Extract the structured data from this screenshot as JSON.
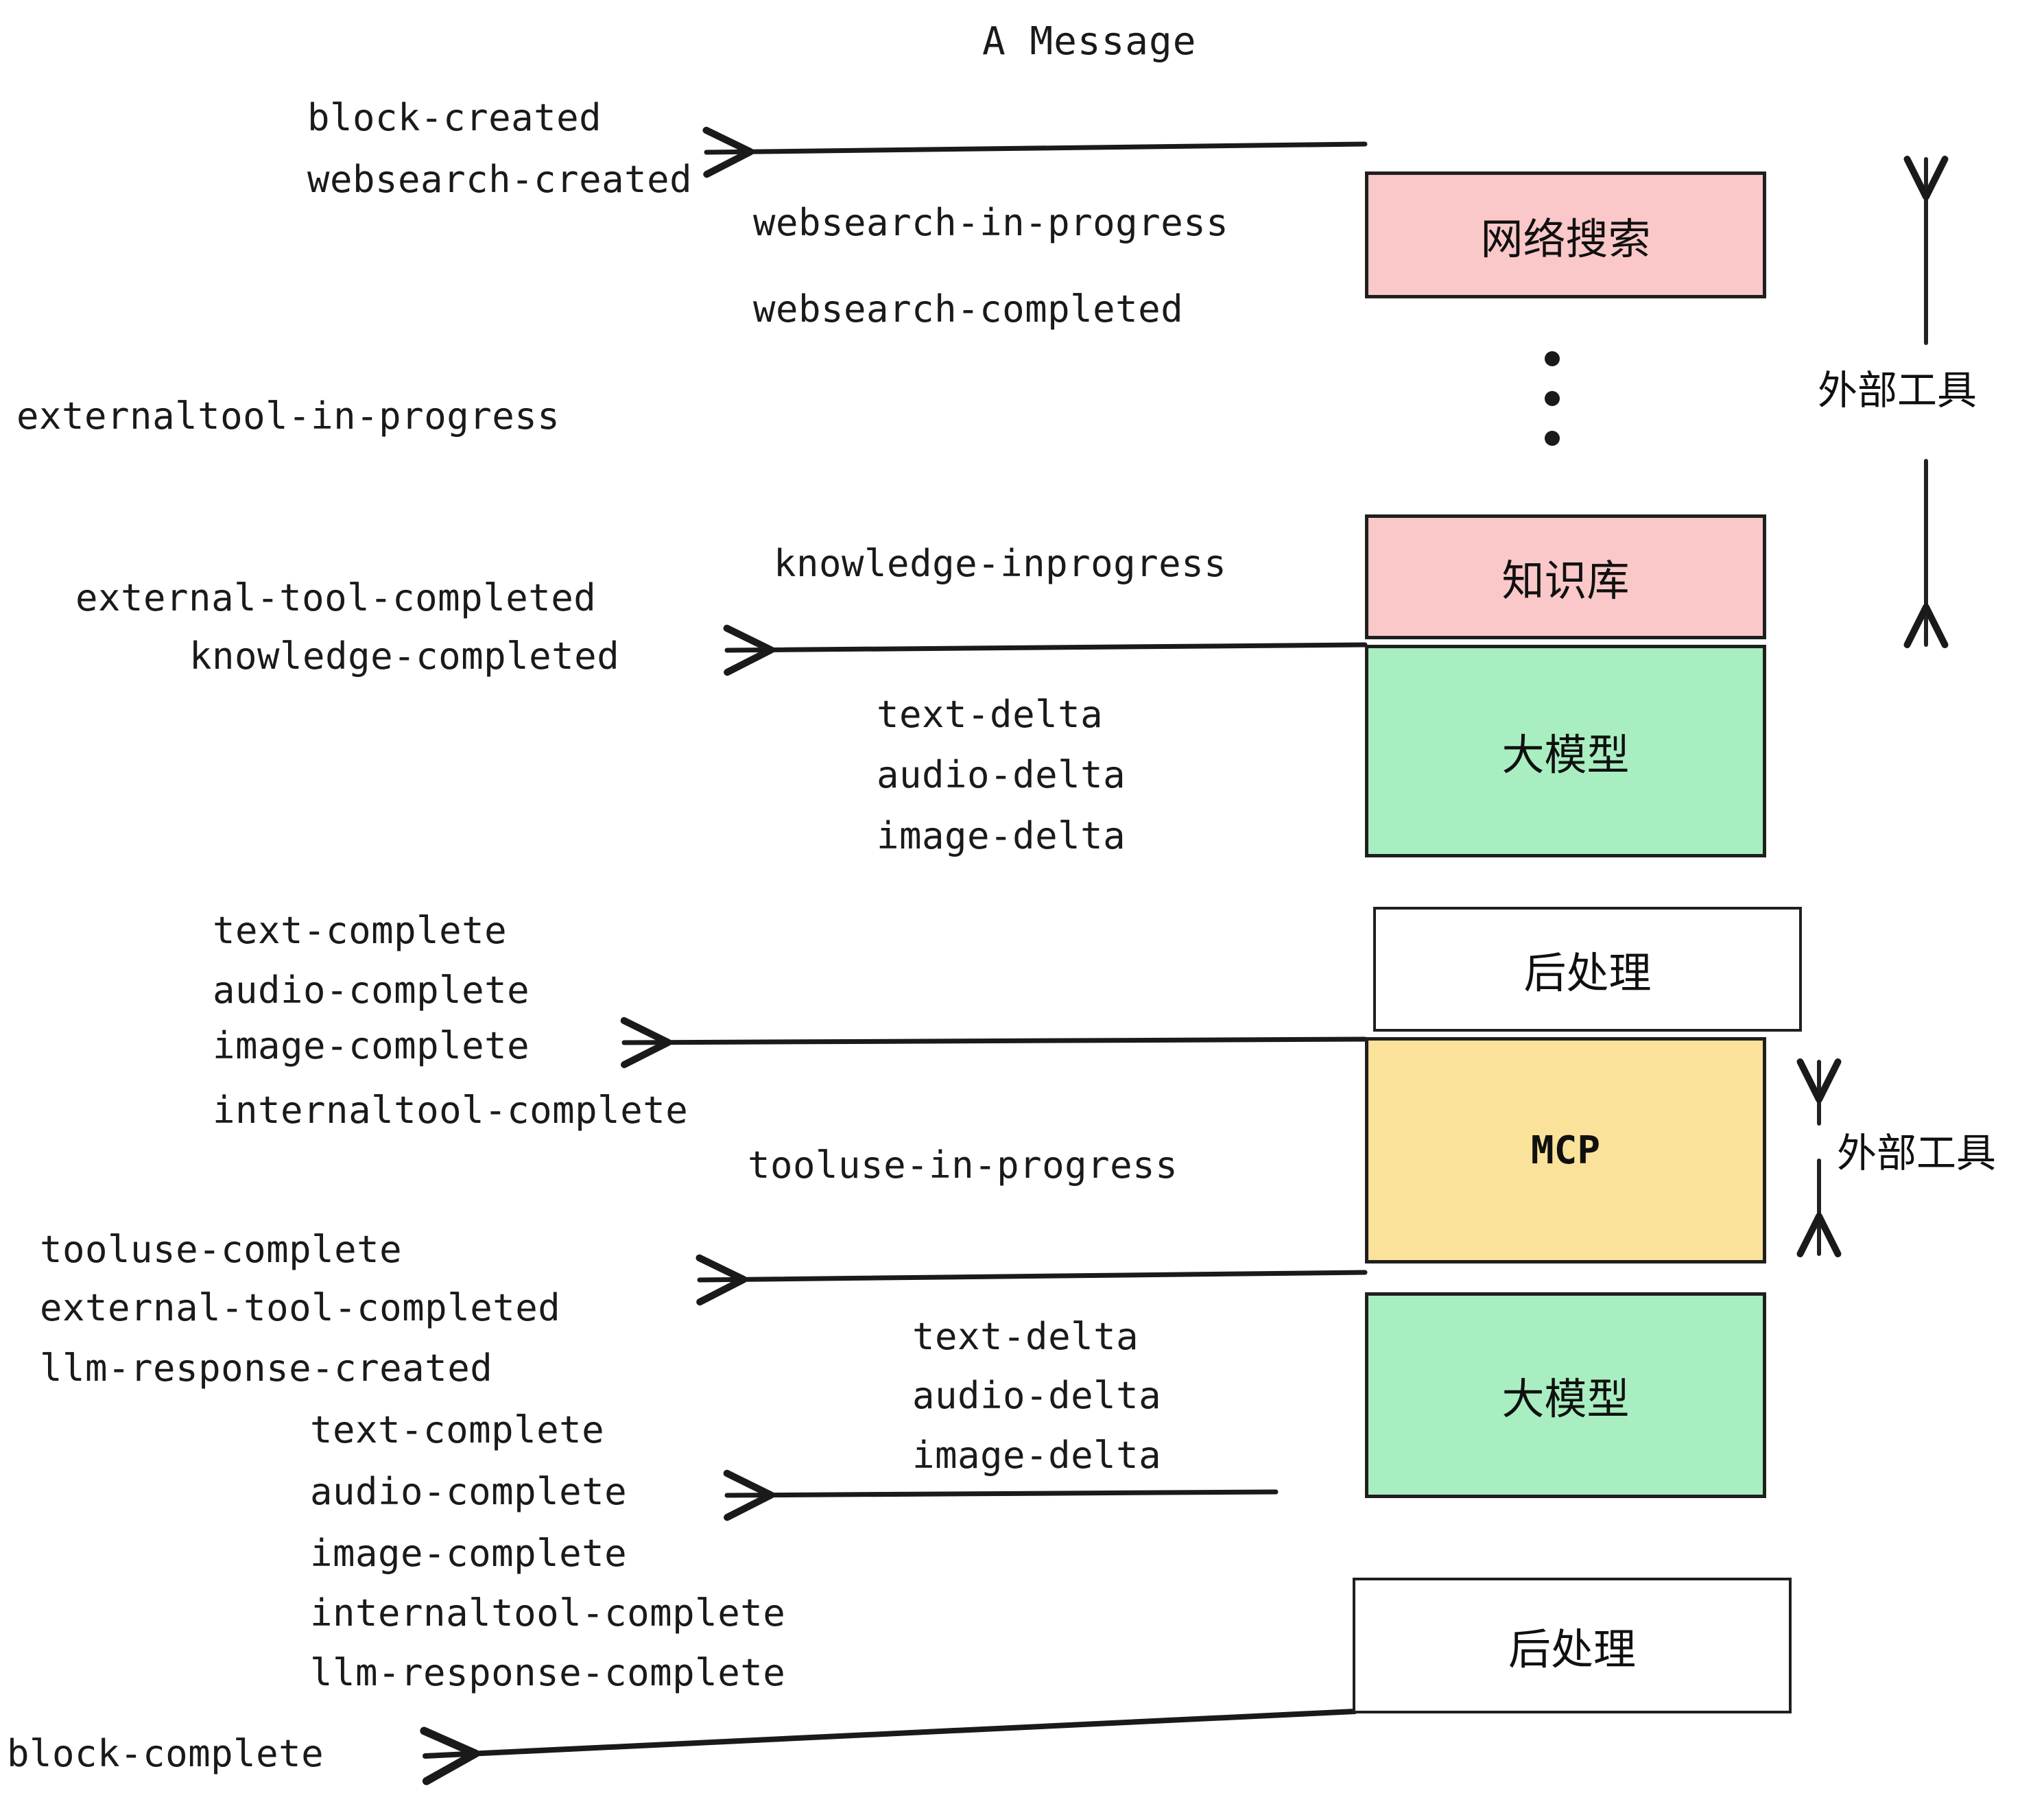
{
  "title": "A Message",
  "colors": {
    "pink": "#fac8c8",
    "green": "#a8eec1",
    "yellow": "#fbe29a",
    "white": "#ffffff",
    "stroke": "#1f1f1f",
    "text": "#1a1a1a"
  },
  "boxes": [
    {
      "id": "websearch",
      "label": "网络搜索",
      "fill": "#fac8c8"
    },
    {
      "id": "knowledge",
      "label": "知识库",
      "fill": "#fac8c8"
    },
    {
      "id": "llm-top",
      "label": "大模型",
      "fill": "#a8eec1"
    },
    {
      "id": "postprocess-1",
      "label": "后处理",
      "fill": "#ffffff"
    },
    {
      "id": "mcp",
      "label": "MCP",
      "fill": "#fbe29a"
    },
    {
      "id": "llm-bottom",
      "label": "大模型",
      "fill": "#a8eec1"
    },
    {
      "id": "postprocess-2",
      "label": "后处理",
      "fill": "#ffffff"
    }
  ],
  "side_brackets": [
    {
      "id": "external-tools-top",
      "label": "外部工具"
    },
    {
      "id": "external-tools-bottom",
      "label": "外部工具"
    }
  ],
  "events": [
    {
      "id": "block-created",
      "text": "block-created"
    },
    {
      "id": "websearch-created",
      "text": "websearch-created"
    },
    {
      "id": "websearch-in-progress",
      "text": "websearch-in-progress"
    },
    {
      "id": "websearch-completed",
      "text": "websearch-completed"
    },
    {
      "id": "externaltool-in-progress",
      "text": "externaltool-in-progress"
    },
    {
      "id": "knowledge-inprogress",
      "text": "knowledge-inprogress"
    },
    {
      "id": "external-tool-completed-1",
      "text": "external-tool-completed"
    },
    {
      "id": "knowledge-completed",
      "text": "knowledge-completed"
    },
    {
      "id": "text-delta-1",
      "text": "text-delta"
    },
    {
      "id": "audio-delta-1",
      "text": "audio-delta"
    },
    {
      "id": "image-delta-1",
      "text": "image-delta"
    },
    {
      "id": "text-complete-1",
      "text": "text-complete"
    },
    {
      "id": "audio-complete-1",
      "text": "audio-complete"
    },
    {
      "id": "image-complete-1",
      "text": "image-complete"
    },
    {
      "id": "internaltool-complete-1",
      "text": "internaltool-complete"
    },
    {
      "id": "tooluse-in-progress",
      "text": "tooluse-in-progress"
    },
    {
      "id": "tooluse-complete",
      "text": "tooluse-complete"
    },
    {
      "id": "external-tool-completed-2",
      "text": "external-tool-completed"
    },
    {
      "id": "llm-response-created",
      "text": "llm-response-created"
    },
    {
      "id": "text-delta-2",
      "text": "text-delta"
    },
    {
      "id": "audio-delta-2",
      "text": "audio-delta"
    },
    {
      "id": "image-delta-2",
      "text": "image-delta"
    },
    {
      "id": "text-complete-2",
      "text": "text-complete"
    },
    {
      "id": "audio-complete-2",
      "text": "audio-complete"
    },
    {
      "id": "image-complete-2",
      "text": "image-complete"
    },
    {
      "id": "internaltool-complete-2",
      "text": "internaltool-complete"
    },
    {
      "id": "llm-response-complete",
      "text": "llm-response-complete"
    },
    {
      "id": "block-complete",
      "text": "block-complete"
    }
  ]
}
